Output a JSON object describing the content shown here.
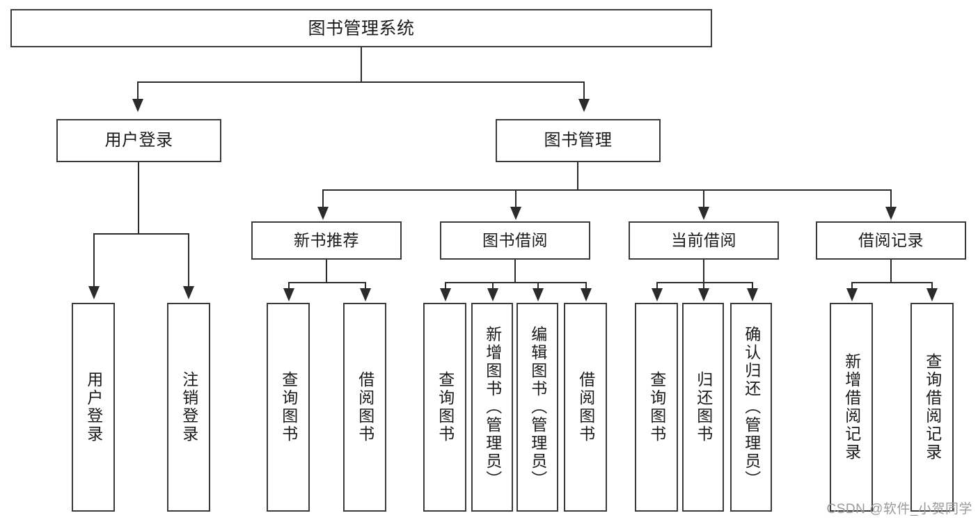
{
  "diagram": {
    "type": "tree",
    "title": "图书管理系统",
    "root": {
      "label": "图书管理系统"
    },
    "level1": [
      {
        "label": "用户登录"
      },
      {
        "label": "图书管理"
      }
    ],
    "level2": [
      {
        "label": "新书推荐"
      },
      {
        "label": "图书借阅"
      },
      {
        "label": "当前借阅"
      },
      {
        "label": "借阅记录"
      }
    ],
    "leaves": {
      "user_login": [
        {
          "label": "用户登录"
        },
        {
          "label": "注销登录"
        }
      ],
      "new_book_recommend": [
        {
          "label": "查询图书"
        },
        {
          "label": "借阅图书"
        }
      ],
      "book_borrow": [
        {
          "label": "查询图书"
        },
        {
          "label": "新增图书（管理员）"
        },
        {
          "label": "编辑图书（管理员）"
        },
        {
          "label": "借阅图书"
        }
      ],
      "current_borrow": [
        {
          "label": "查询图书"
        },
        {
          "label": "归还图书"
        },
        {
          "label": "确认归还（管理员）"
        }
      ],
      "borrow_record": [
        {
          "label": "新增借阅记录"
        },
        {
          "label": "查询借阅记录"
        }
      ]
    }
  },
  "watermark": {
    "text": "CSDN @软件_小贺同学"
  },
  "colors": {
    "box_border": "#3a3a3a",
    "line": "#2b2b2b",
    "background": "#ffffff",
    "text": "#1a1a1a",
    "watermark": "#9a9a9a"
  }
}
